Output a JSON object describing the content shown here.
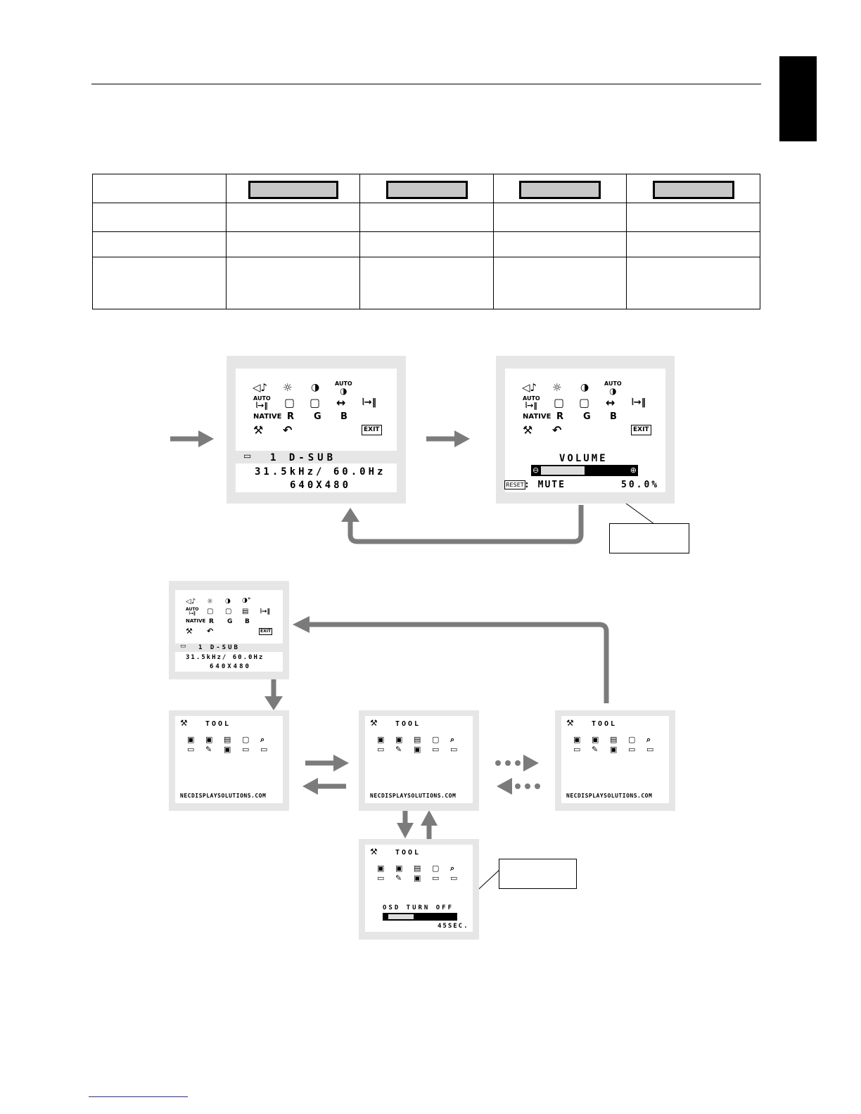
{
  "osd_main": {
    "icon_row1": [
      "◁♪",
      "☼",
      "◑",
      "AUTO ◑"
    ],
    "icon_row2": [
      "AUTO ⇉‖",
      "▢",
      "▢",
      "↔",
      "⦚→‖"
    ],
    "icon_row3": [
      "NATIVE",
      "R",
      "G",
      "B"
    ],
    "icon_row4_exit": "EXIT",
    "input_label": "1 D-SUB",
    "frequency": "31.5kHz/ 60.0Hz",
    "resolution": "640X480"
  },
  "osd_volume": {
    "title": "VOLUME",
    "reset": "RESET",
    "mute": ": MUTE",
    "value": "50.0%",
    "level_fraction": 0.5
  },
  "osd_tool": {
    "title": "TOOL",
    "website": "NECDISPLAYSOLUTIONS.COM",
    "osd_turn_off_label": "OSD TURN OFF",
    "osd_turn_off_value": "45SEC.",
    "osd_turn_off_fraction": 0.4
  },
  "colors": {
    "arrow": "#7b7b7b",
    "osd_frame": "#e6e6e6",
    "button_fill": "#c8c8c8"
  }
}
